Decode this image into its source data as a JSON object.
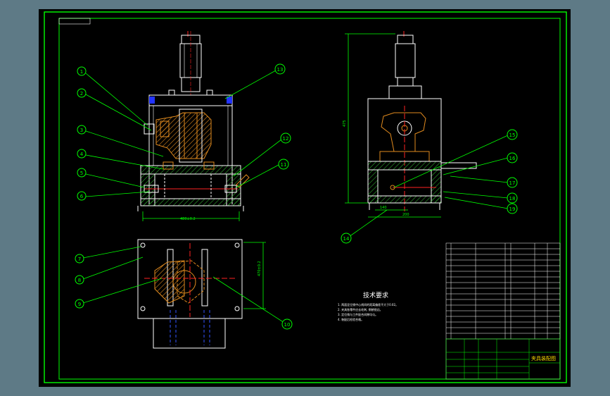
{
  "drawing": {
    "tech_title": "技术要求",
    "notes": [
      "1. 两面定位销中心线间的距离偏差不大于0.02。",
      "2. 夹具各零件应去毛刺, 倒棱锐边。",
      "3. 定位销与工件配合间隙均匀。",
      "4. 装配后检验合格。"
    ],
    "title_block": {
      "drawing_name": "夹具装配图"
    },
    "dims": {
      "front_width": "480±0.2",
      "plan_height": "470±0.2",
      "side_height": "475",
      "side_width": "140",
      "side_base": "200"
    },
    "balloons_front": [
      "1",
      "2",
      "3",
      "4",
      "5",
      "6",
      "13",
      "12",
      "11"
    ],
    "balloons_plan": [
      "7",
      "8",
      "9",
      "10"
    ],
    "balloons_side": [
      "15",
      "16",
      "17",
      "18",
      "19",
      "14"
    ]
  },
  "colors": {
    "background": "#000000",
    "border": "#00ff00",
    "lines": "#ffffff",
    "parts": "#e08a1e",
    "hatch": "#2ea82e",
    "leaders": "#00ff00",
    "hidden": "#3355ff",
    "red": "#ff2222",
    "window": "#5e7a86"
  }
}
